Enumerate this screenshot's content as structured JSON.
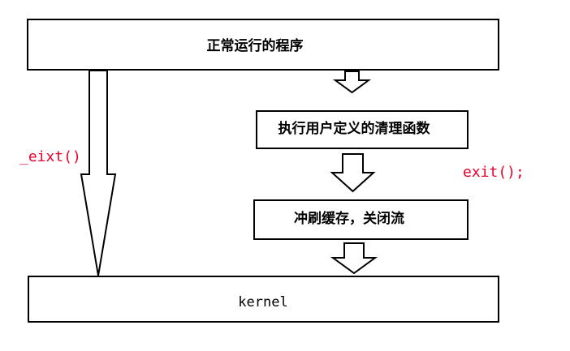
{
  "nodes": {
    "program": "正常运行的程序",
    "cleanup": "执行用户定义的清理函数",
    "flush": "冲刷缓存，关闭流",
    "kernel": "kernel"
  },
  "labels": {
    "underscore_exit": "_eixt()",
    "exit": "exit();"
  },
  "colors": {
    "label_red": "#e8002a",
    "stroke": "#000000"
  }
}
